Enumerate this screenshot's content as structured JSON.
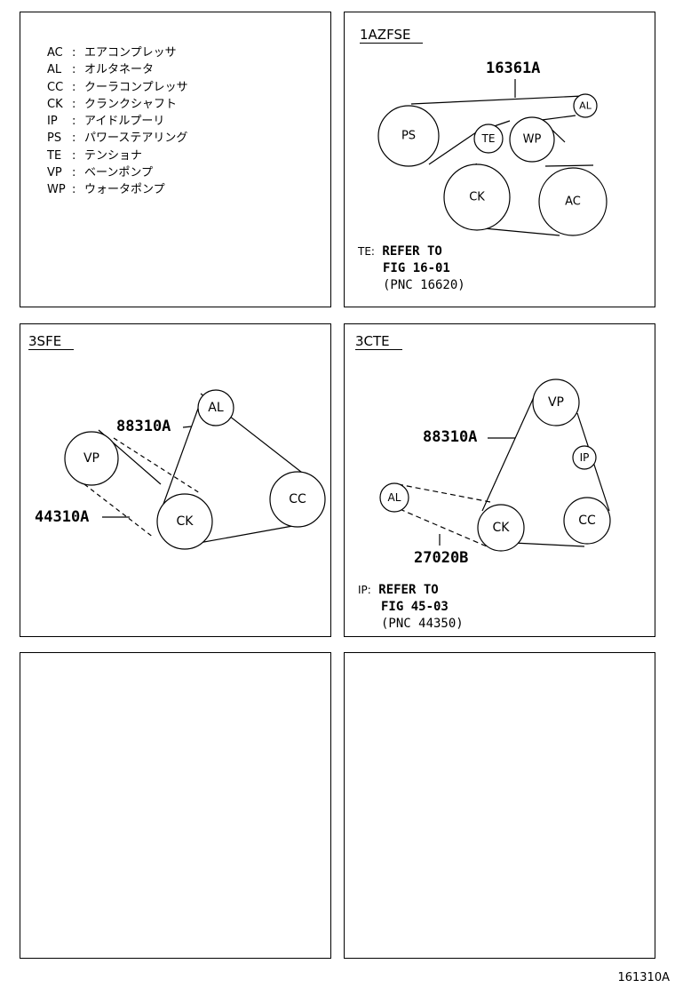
{
  "legend": [
    {
      "code": "AC",
      "name": "エアコンプレッサ"
    },
    {
      "code": "AL",
      "name": "オルタネータ"
    },
    {
      "code": "CC",
      "name": "クーラコンプレッサ"
    },
    {
      "code": "CK",
      "name": "クランクシャフト"
    },
    {
      "code": "IP",
      "name": "アイドルプーリ"
    },
    {
      "code": "PS",
      "name": "パワーステアリング"
    },
    {
      "code": "TE",
      "name": "テンショナ"
    },
    {
      "code": "VP",
      "name": "ベーンポンプ"
    },
    {
      "code": "WP",
      "name": "ウォータポンプ"
    }
  ],
  "legend_separator": ":",
  "panel_1azfse": {
    "title": "1AZFSE",
    "part_number": "16361A",
    "pulleys": {
      "ps": "PS",
      "te": "TE",
      "wp": "WP",
      "al": "AL",
      "ck": "CK",
      "ac": "AC"
    },
    "note_label": "TE:",
    "note_line1": "REFER TO",
    "note_line2": "FIG 16-01",
    "note_line3": "(PNC 16620)"
  },
  "panel_3sfe": {
    "title": "3SFE",
    "part_numbers": {
      "main": "88310A",
      "secondary": "44310A"
    },
    "pulleys": {
      "al": "AL",
      "vp": "VP",
      "ck": "CK",
      "cc": "CC"
    }
  },
  "panel_3cte": {
    "title": "3CTE",
    "part_numbers": {
      "main": "88310A",
      "secondary": "27020B"
    },
    "pulleys": {
      "vp": "VP",
      "ip": "IP",
      "al": "AL",
      "ck": "CK",
      "cc": "CC"
    },
    "note_label": "IP:",
    "note_line1": "REFER TO",
    "note_line2": "FIG 45-03",
    "note_line3": "(PNC 44350)"
  },
  "figure_id": "161310A"
}
